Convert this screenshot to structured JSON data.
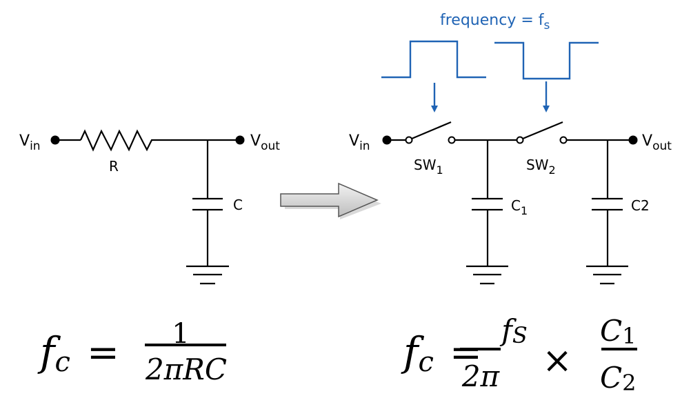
{
  "colors": {
    "wire": "#000000",
    "clock": "#1f63b4",
    "arrow_fill": "#d4d4d4",
    "arrow_stroke": "#555555"
  },
  "clock": {
    "label": "frequency = f",
    "label_sub": "s"
  },
  "rc_circuit": {
    "vin": {
      "main": "V",
      "sub": "in"
    },
    "vout": {
      "main": "V",
      "sub": "out"
    },
    "resistor": "R",
    "capacitor": "C",
    "formula": {
      "lhs": "f",
      "lhs_sub": "c",
      "equals": "=",
      "numerator": "1",
      "denominator": "2πRC"
    }
  },
  "transform_arrow": {
    "icon": "right-arrow-icon"
  },
  "sc_circuit": {
    "vin": {
      "main": "V",
      "sub": "in"
    },
    "vout": {
      "main": "V",
      "sub": "out"
    },
    "sw1": {
      "main": "SW",
      "sub": "1"
    },
    "sw2": {
      "main": "SW",
      "sub": "2"
    },
    "c1": {
      "main": "C",
      "sub": "1"
    },
    "c2": {
      "main": "C2"
    },
    "formula": {
      "lhs": "f",
      "lhs_sub": "c",
      "equals": "=",
      "frac1_num": "f",
      "frac1_num_sub": "S",
      "frac1_den": "2π",
      "times": "×",
      "frac2_num": "C",
      "frac2_num_sub": "1",
      "frac2_den": "C",
      "frac2_den_sub": "2"
    }
  }
}
